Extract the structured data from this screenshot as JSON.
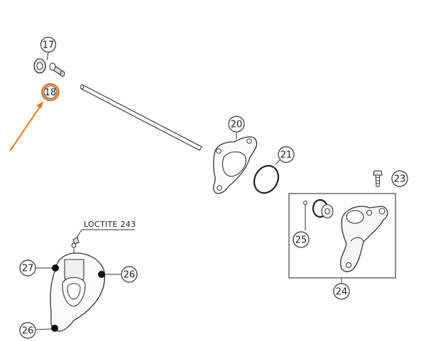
{
  "diagram": {
    "callouts": {
      "c17": "17",
      "c18": "18",
      "c20": "20",
      "c21": "21",
      "c23": "23",
      "c24": "24",
      "c25": "25",
      "c26a": "26",
      "c26b": "26",
      "c27": "27"
    },
    "loctite_label": "LOCTITE 243",
    "colors": {
      "highlight": "#e8751a",
      "line": "#333333",
      "part_fill": "#f4f4f4"
    }
  }
}
